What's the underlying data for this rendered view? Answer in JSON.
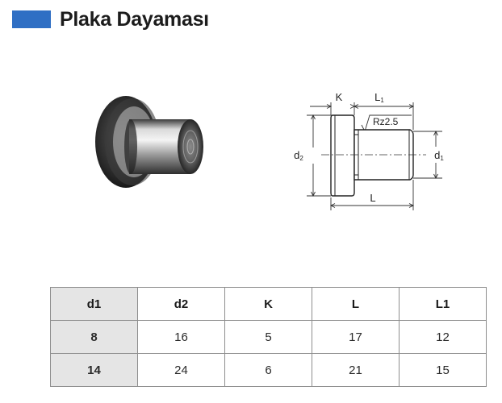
{
  "header": {
    "title": "Plaka Dayaması",
    "accent_color": "#2f6fc4"
  },
  "photo": {
    "icon": "flanged-pin-photo"
  },
  "drawing": {
    "labels": {
      "k": "K",
      "l1": "L1",
      "l1_main": "L",
      "l1_sub": "1",
      "roughness": "Rz2.5",
      "d2": "d2",
      "d2_main": "d",
      "d2_sub": "2",
      "d1": "d1",
      "d1_main": "d",
      "d1_sub": "1",
      "l": "L"
    }
  },
  "table": {
    "headers": [
      "d1",
      "d2",
      "K",
      "L",
      "L1"
    ],
    "rows": [
      [
        "8",
        "16",
        "5",
        "17",
        "12"
      ],
      [
        "14",
        "24",
        "6",
        "21",
        "15"
      ]
    ]
  }
}
